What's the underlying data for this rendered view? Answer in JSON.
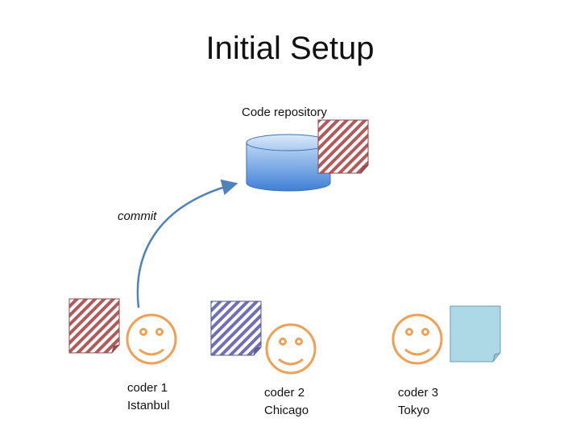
{
  "title": "Initial Setup",
  "repository": {
    "label": "Code repository"
  },
  "arrow": {
    "label": "commit"
  },
  "coders": [
    {
      "name": "coder 1",
      "city": "Istanbul"
    },
    {
      "name": "coder 2",
      "city": "Chicago"
    },
    {
      "name": "coder 3",
      "city": "Tokyo"
    }
  ],
  "colors": {
    "red_hatch": "#b45858",
    "blue_hatch": "#6f6fb8",
    "smiley": "#f0a055",
    "arrow": "#4f81bd",
    "plain_note": "#add8e6"
  }
}
